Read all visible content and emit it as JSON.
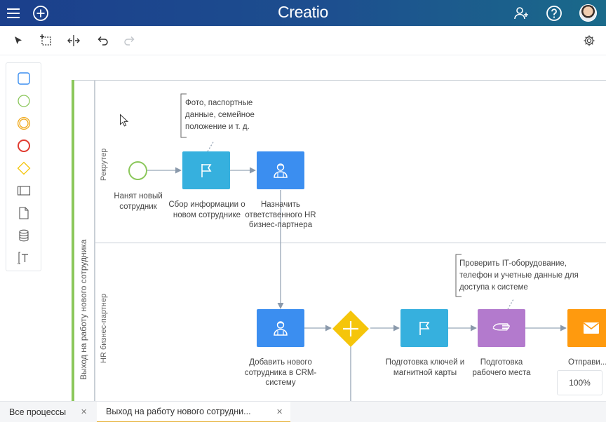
{
  "header": {
    "logo": "Creatio",
    "icons": [
      "menu-icon",
      "plus-circle-icon",
      "add-user-icon",
      "help-icon",
      "avatar"
    ]
  },
  "toolbar": {
    "icons": [
      "pointer-icon",
      "lasso-select-icon",
      "space-tool-icon",
      "undo-icon",
      "redo-icon",
      "settings-icon"
    ]
  },
  "palette": {
    "items": [
      "task-shape-icon",
      "start-event-icon",
      "intermediate-event-icon",
      "end-event-icon",
      "gateway-icon",
      "lane-icon",
      "document-icon",
      "database-icon",
      "text-annotation-icon"
    ]
  },
  "diagram": {
    "pool_title": "Выход на работу нового сотрудника",
    "lanes": [
      "Рекрутер",
      "HR бизнес-партнер"
    ],
    "elements": {
      "start_label": "Нанят новый сотрудник",
      "task1_label": "Сбор информации о новом сотруднике",
      "task2_label": "Назначить ответственного HR бизнес-партнера",
      "task3_label": "Добавить нового сотрудника в CRM-систему",
      "task4_label": "Подготовка ключей и магнитной карты",
      "task5_label": "Подготовка рабочего места",
      "task6_label": "Отправи..."
    },
    "notes": {
      "note1": "Фото, паспортные данные, семейное положение и т. д.",
      "note2": "Проверить IT-оборудование, телефон и учетные данные для доступа к системе"
    },
    "colors": {
      "task_blue": "#36b0de",
      "user_task_blue": "#3b8ef0",
      "gateway": "#f5c50b",
      "manual_task": "#b37acd",
      "email_task": "#ff9a0e",
      "start_event": "#8bc75b"
    }
  },
  "zoom": {
    "label": "100%"
  },
  "tabs": [
    {
      "label": "Все процессы",
      "active": false
    },
    {
      "label": "Выход на работу нового сотрудни...",
      "active": true
    }
  ]
}
